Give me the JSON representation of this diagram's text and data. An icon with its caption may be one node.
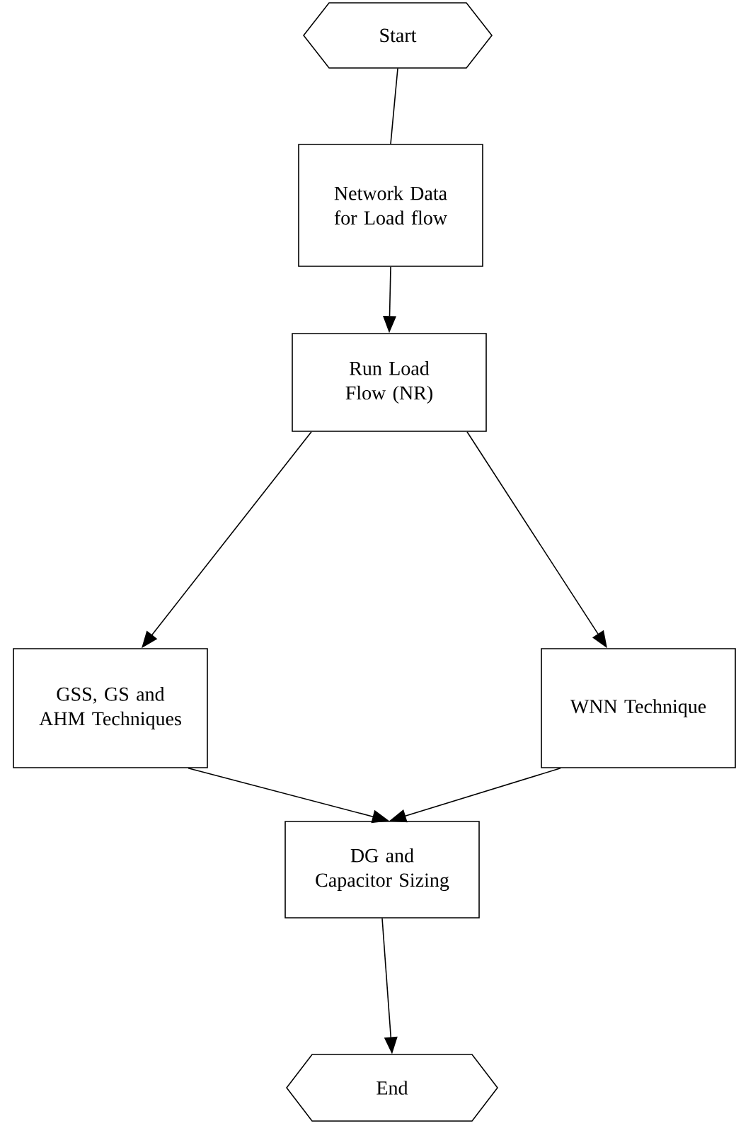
{
  "diagram": {
    "nodes": [
      {
        "text": [
          "Start"
        ]
      },
      {
        "text": [
          "Network Data for Load flow"
        ]
      },
      {
        "text": [
          "Run Load Flow (NR)"
        ]
      },
      {
        "text": [
          "GSS, GS and AHM Techniques"
        ]
      },
      {
        "text": [
          "WNN Technique"
        ]
      },
      {
        "text": [
          "DG and Capacitor Sizing"
        ]
      },
      {
        "text": [
          "End"
        ]
      }
    ],
    "edges": [
      {
        "from": 0,
        "to": 1,
        "arrow": "none"
      },
      {
        "from": 1,
        "to": 2,
        "arrow": "to"
      },
      {
        "from": 2,
        "to": 3,
        "arrow": "to"
      },
      {
        "from": 2,
        "to": 4,
        "arrow": "to"
      },
      {
        "from": 3,
        "to": 5,
        "arrow": "to"
      },
      {
        "from": 4,
        "to": 5,
        "arrow": "to"
      },
      {
        "from": 5,
        "to": 6,
        "arrow": "to"
      }
    ]
  }
}
